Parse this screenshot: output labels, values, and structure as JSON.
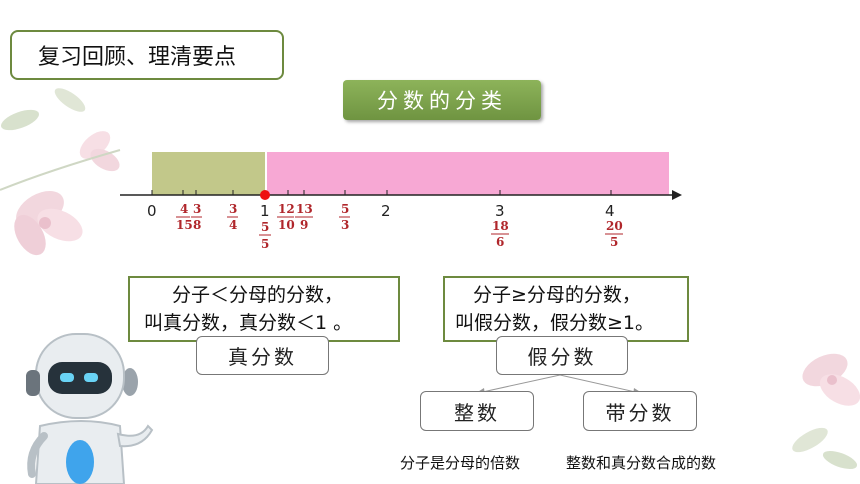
{
  "header": {
    "title": "复习回顾、理清要点"
  },
  "banner": {
    "label": "分数的分类"
  },
  "number_line": {
    "integers": [
      "0",
      "1",
      "2",
      "3",
      "4"
    ],
    "fractions": [
      {
        "num": "4",
        "den": "15"
      },
      {
        "num": "3",
        "den": "8"
      },
      {
        "num": "3",
        "den": "4"
      },
      {
        "num": "5",
        "den": "5"
      },
      {
        "num": "12",
        "den": "10"
      },
      {
        "num": "13",
        "den": "9"
      },
      {
        "num": "5",
        "den": "3"
      },
      {
        "num": "18",
        "den": "6"
      },
      {
        "num": "20",
        "den": "5"
      }
    ],
    "proper_region_color": "#c2c88a",
    "improper_region_color": "#f7a8d4",
    "marker_color": "#ee1111"
  },
  "proper": {
    "definition_line1": "分子＜分母的分数，",
    "definition_line2": "叫真分数，真分数＜1 。",
    "label": "真分数"
  },
  "improper": {
    "definition_line1": "分子≥分母的分数，",
    "definition_line2": "叫假分数，假分数≥1。",
    "label": "假分数",
    "children": [
      {
        "label": "整数",
        "description": "分子是分母的倍数"
      },
      {
        "label": "带分数",
        "description": "整数和真分数合成的数"
      }
    ]
  }
}
